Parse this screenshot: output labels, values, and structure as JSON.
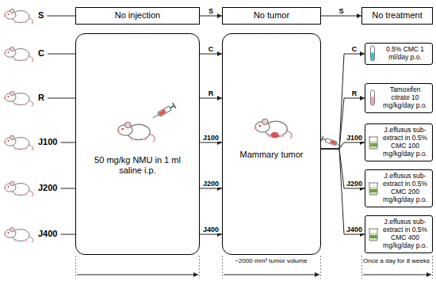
{
  "diagram": {
    "nodes": [
      {
        "text": [
          "S"
        ]
      },
      {
        "text": [
          "No injection"
        ]
      },
      {
        "text": [
          "No tumor"
        ]
      },
      {
        "text": [
          "No treatment"
        ]
      },
      {
        "text": [
          "C"
        ]
      },
      {
        "text": [
          "R"
        ]
      },
      {
        "text": [
          "J100"
        ]
      },
      {
        "text": [
          "J200"
        ]
      },
      {
        "text": [
          "J400"
        ]
      },
      {
        "text": [
          "50 mg/kg NMU in 1 ml saline i.p."
        ]
      },
      {
        "text": [
          "Mammary tumor"
        ]
      },
      {
        "text": [
          "0.5% CMC 1 ml/day p.o."
        ]
      },
      {
        "text": [
          "Tamoxifen citrate 10 mg/kg/day p.o."
        ]
      },
      {
        "text": [
          "J.effusus sub-extract in 0.5% CMC 100 mg/kg/day p.o."
        ]
      },
      {
        "text": [
          "J.effusus sub-extract in 0.5% CMC 200 mg/kg/day p.o."
        ]
      },
      {
        "text": [
          "J.effusus sub-extract in 0.5% CMC 400 mg/kg/day p.o."
        ]
      }
    ],
    "edges": [
      {
        "from": 0,
        "to": 1,
        "arrow": "none"
      },
      {
        "from": 1,
        "to": 2,
        "label": "S",
        "arrow": "to"
      },
      {
        "from": 2,
        "to": 3,
        "label": "S",
        "arrow": "to"
      },
      {
        "from": 4,
        "to": 9,
        "arrow": "none"
      },
      {
        "from": 5,
        "to": 9,
        "arrow": "none"
      },
      {
        "from": 6,
        "to": 9,
        "arrow": "none"
      },
      {
        "from": 7,
        "to": 9,
        "arrow": "none"
      },
      {
        "from": 8,
        "to": 9,
        "arrow": "none"
      },
      {
        "from": 9,
        "to": 10,
        "label": "C",
        "arrow": "to"
      },
      {
        "from": 9,
        "to": 10,
        "label": "R",
        "arrow": "to"
      },
      {
        "from": 9,
        "to": 10,
        "label": "J100",
        "arrow": "to"
      },
      {
        "from": 9,
        "to": 10,
        "label": "J200",
        "arrow": "to"
      },
      {
        "from": 9,
        "to": 10,
        "label": "J400",
        "arrow": "to"
      },
      {
        "from": 10,
        "to": 11,
        "label": "C",
        "arrow": "to"
      },
      {
        "from": 10,
        "to": 12,
        "label": "R",
        "arrow": "to"
      },
      {
        "from": 10,
        "to": 13,
        "label": "J100",
        "arrow": "to"
      },
      {
        "from": 10,
        "to": 14,
        "label": "J200",
        "arrow": "to"
      },
      {
        "from": 10,
        "to": 15,
        "label": "J400",
        "arrow": "to"
      }
    ],
    "labels": [
      "100",
      "200",
      "400",
      "~2000 mm³ tumor volume",
      "Once a day for 8 weeks"
    ]
  }
}
